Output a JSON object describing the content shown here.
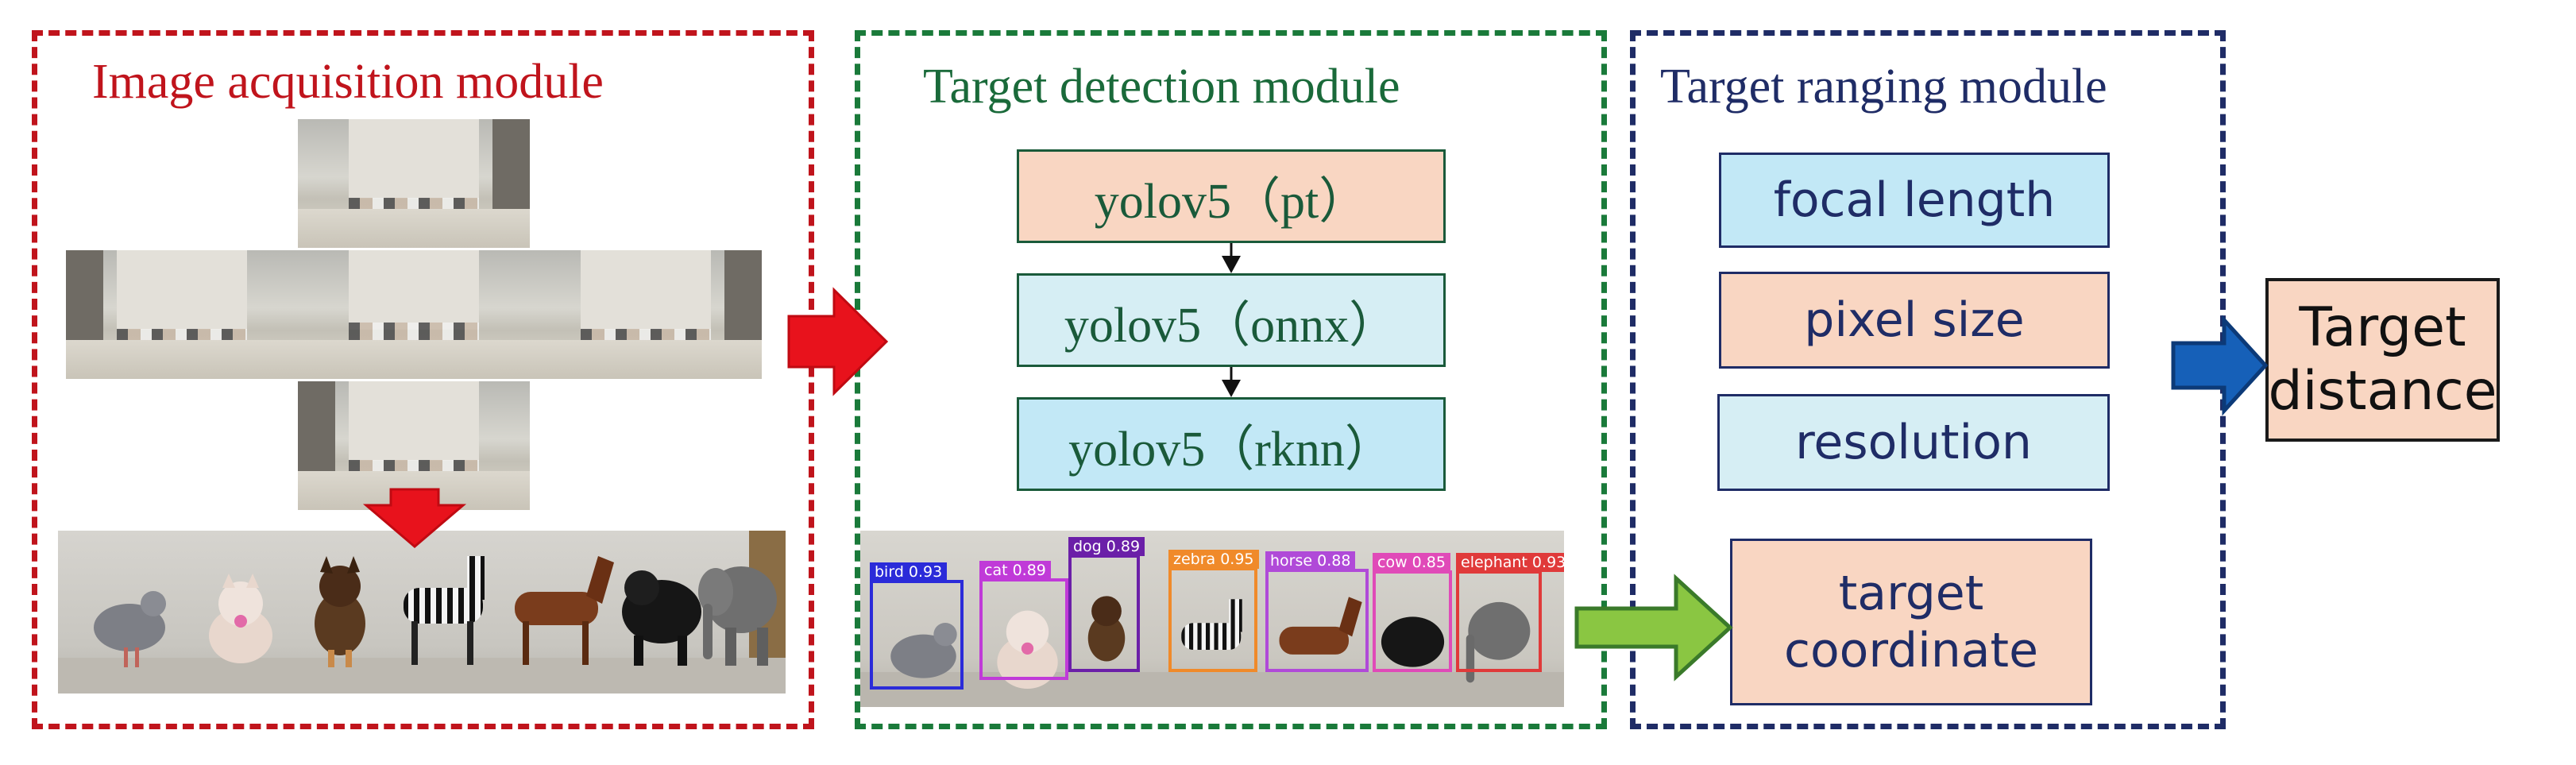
{
  "colors": {
    "acquisition": "#c0141c",
    "detection": "#1a7a3a",
    "ranging": "#1f2c66",
    "peach_box": "#f9d6c2",
    "blue_box": "#c2e8f6",
    "red_arrow": "#e8121c",
    "green_arrow": "#8ac642",
    "blue_arrow": "#1660b8"
  },
  "modules": {
    "acquisition": {
      "title": "Image acquisition module"
    },
    "detection": {
      "title": "Target detection module",
      "steps": [
        "yolov5（pt）",
        "yolov5（onnx）",
        "yolov5（rknn）"
      ],
      "detections": [
        {
          "label": "bird 0.93",
          "color": "#2b2bd9"
        },
        {
          "label": "cat 0.89",
          "color": "#c03ad8"
        },
        {
          "label": "dog 0.89",
          "color": "#6b1fa8"
        },
        {
          "label": "zebra 0.95",
          "color": "#f08a2a"
        },
        {
          "label": "horse 0.88",
          "color": "#b04ad8"
        },
        {
          "label": "cow 0.85",
          "color": "#e04ab8"
        },
        {
          "label": "elephant 0.93",
          "color": "#e03a3a"
        }
      ]
    },
    "ranging": {
      "title": "Target ranging module",
      "params": [
        "focal length",
        "pixel size",
        "resolution"
      ],
      "coordinate_line1": "target",
      "coordinate_line2": "coordinate"
    }
  },
  "output": {
    "line1": "Target",
    "line2": "distance"
  }
}
